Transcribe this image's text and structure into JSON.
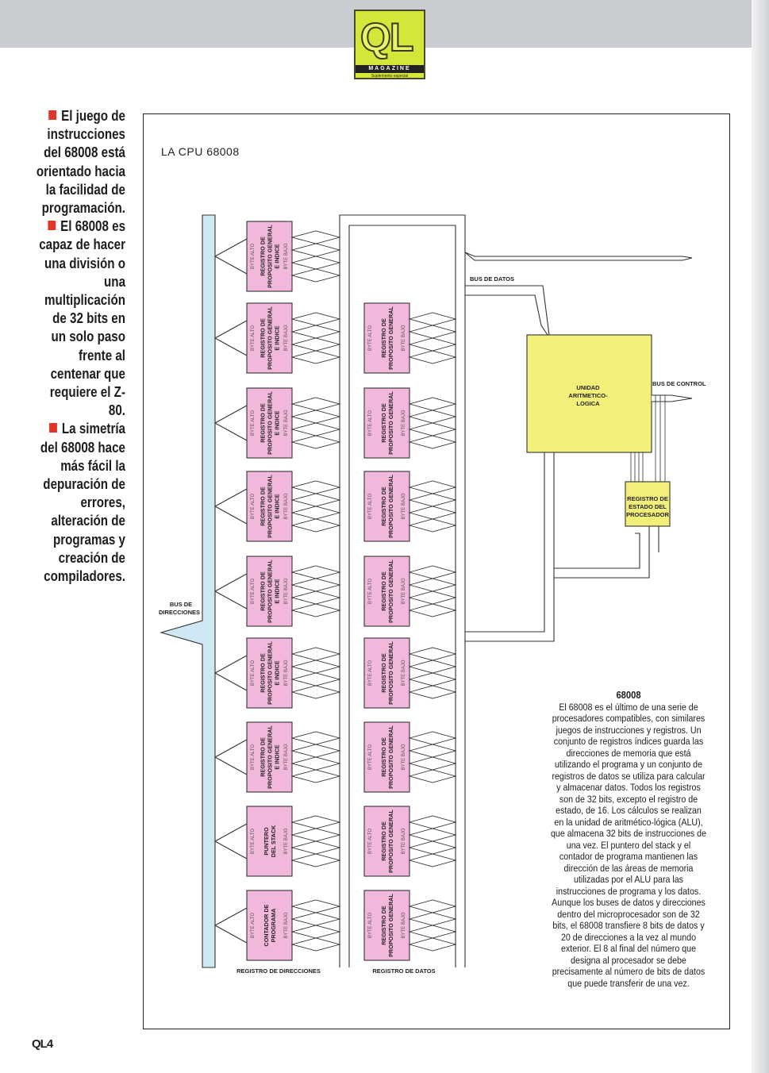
{
  "logo": {
    "text": "QL",
    "subtitle": "MAGAZINE",
    "small": "Suplemento especial"
  },
  "sidebar": {
    "points": [
      "El juego de instrucciones del 68008 está orientado hacia la facilidad de programación.",
      "El 68008 es capaz de hacer una división o una multiplicación de 32 bits en un solo paso frente al centenar que requiere el Z-80.",
      "La simetría del 68008 hace más fácil la depuración de errores, alteración de programas y creación de compiladores."
    ]
  },
  "diagram": {
    "title": "LA CPU 68008",
    "labels": {
      "bus_datos": "BUS DE DATOS",
      "bus_control": "BUS DE CONTROL",
      "bus_dir_1": "BUS DE",
      "bus_dir_2": "DIRECCIONES",
      "reg_dir": "REGISTRO DE DIRECCIONES",
      "reg_datos": "REGISTRO DE DATOS",
      "alu": [
        "UNIDAD",
        "ARITMETICO-",
        "LOGICA"
      ],
      "status": [
        "REGISTRO DE",
        "ESTADO DEL",
        "PROCESADOR"
      ],
      "byte_alto": "BYTE ALTO",
      "byte_bajo": "BYTE BAJO"
    },
    "address_registers": [
      [
        "REGISTRO DE",
        "PROPOSITO GENERAL",
        "E INDICE"
      ],
      [
        "REGISTRO DE",
        "PROPOSITO GENERAL",
        "E INDICE"
      ],
      [
        "REGISTRO DE",
        "PROPOSITO GENERAL",
        "E INDICE"
      ],
      [
        "REGISTRO DE",
        "PROPOSITO GENERAL",
        "E INDICE"
      ],
      [
        "REGISTRO DE",
        "PROPOSITO GENERAL",
        "E INDICE"
      ],
      [
        "REGISTRO DE",
        "PROPOSITO GENERAL",
        "E INDICE"
      ],
      [
        "REGISTRO DE",
        "PROPOSITO GENERAL",
        "E INDICE"
      ],
      [
        "PUNTERO",
        "DEL STACK"
      ],
      [
        "CONTADOR DE",
        "PROGRAMA"
      ]
    ],
    "data_registers": [
      [
        "REGISTRO DE",
        "PROPOSITO GENERAL"
      ],
      [
        "REGISTRO DE",
        "PROPOSITO GENERAL"
      ],
      [
        "REGISTRO DE",
        "PROPOSITO GENERAL"
      ],
      [
        "REGISTRO DE",
        "PROPOSITO GENERAL"
      ],
      [
        "REGISTRO DE",
        "PROPOSITO GENERAL"
      ],
      [
        "REGISTRO DE",
        "PROPOSITO GENERAL"
      ],
      [
        "REGISTRO DE",
        "PROPOSITO GENERAL"
      ],
      [
        "REGISTRO DE",
        "PROPOSITO GENERAL"
      ]
    ],
    "colors": {
      "register_fill": "#f2b8dc",
      "alu_fill": "#f3f07a",
      "bus_fill": "#cfe8f4",
      "bullet": "#e3342a"
    }
  },
  "caption": {
    "heading": "68008",
    "body": "El 68008 es el último de una serie de procesadores compatibles, con similares juegos de instrucciones y registros. Un conjunto de registros índices guarda las direcciones de memoria que está utilizando el programa y un conjunto de registros de datos se utiliza para calcular y almacenar datos. Todos los registros son de 32 bits, excepto el registro de estado, de 16. Los cálculos se realizan en la unidad de aritmético-lógica (ALU), que almacena 32 bits de instrucciones de una vez. El puntero del stack y el contador de programa mantienen las dirección de las áreas de memoria utilizadas por el ALU para las instrucciones de programa y los datos. Aunque los buses de datos y direcciones dentro del microprocesador son de 32 bits, el 68008 transfiere 8 bits de datos y 20 de direcciones a la vez al mundo exterior. El 8 al final del número que designa al procesador se debe precisamente al número de bits de datos que puede transferir de una vez."
  },
  "footer": {
    "page": "QL4"
  }
}
